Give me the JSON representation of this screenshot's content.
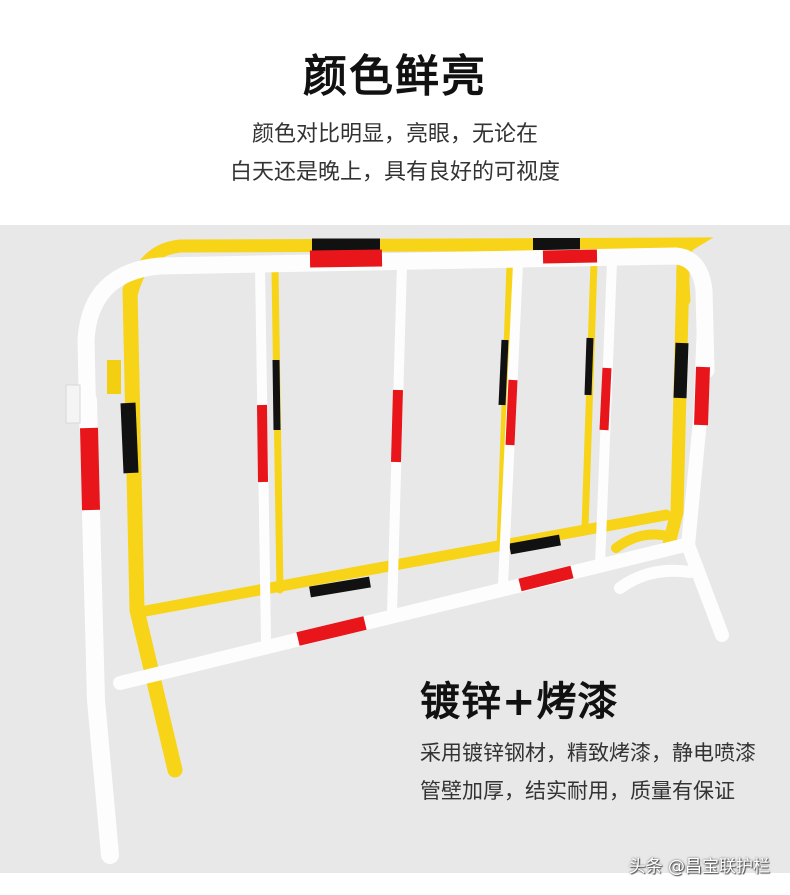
{
  "header": {
    "title": "颜色鲜亮",
    "subtitle_lines": [
      "颜色对比明显，亮眼，无论在",
      "白天还是晚上，具有良好的可视度"
    ]
  },
  "feature": {
    "title": "镀锌+烤漆",
    "desc_lines": [
      "采用镀锌钢材，精致烤漆，静电喷漆",
      "管壁加厚，结实耐用，质量有保证"
    ]
  },
  "product_image": {
    "subject": "metal-crowd-control-barriers",
    "barriers": [
      {
        "body_color": "#f7d418",
        "stripe_color": "#111111"
      },
      {
        "body_color": "#ffffff",
        "stripe_color": "#e8161b"
      }
    ],
    "background": "#e8e8e8"
  },
  "watermark": "头条 @昌宝联护栏"
}
